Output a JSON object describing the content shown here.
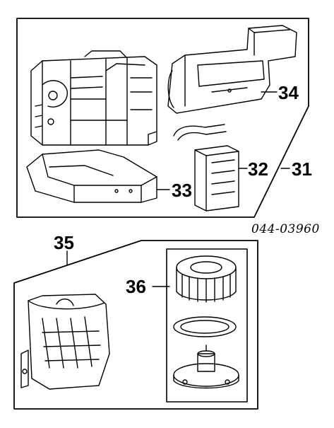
{
  "diagram": {
    "reference_code": "044-03960",
    "callouts": {
      "assembly": "31",
      "heater_core": "32",
      "lower_duct": "33",
      "upper_duct": "34",
      "blower_assembly": "35",
      "blower_fan": "36"
    }
  }
}
